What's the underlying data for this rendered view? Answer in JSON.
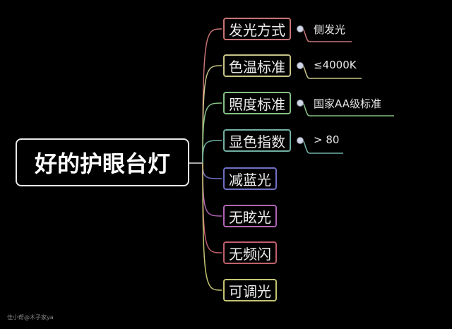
{
  "root": {
    "label": "好的护眼台灯"
  },
  "branches": [
    {
      "label": "发光方式",
      "color": "#c87474",
      "detail": "侧发光"
    },
    {
      "label": "色温标准",
      "color": "#c8c488",
      "detail": "≤4000K"
    },
    {
      "label": "照度标准",
      "color": "#84c084",
      "detail": "国家AA级标准"
    },
    {
      "label": "显色指数",
      "color": "#70b0a4",
      "detail": "> 80"
    },
    {
      "label": "减蓝光",
      "color": "#7070c4"
    },
    {
      "label": "无眩光",
      "color": "#b064b4"
    },
    {
      "label": "无频闪",
      "color": "#c0606c"
    },
    {
      "label": "可调光",
      "color": "#c4c474"
    }
  ],
  "watermark": "佳小帮@木子家ya"
}
